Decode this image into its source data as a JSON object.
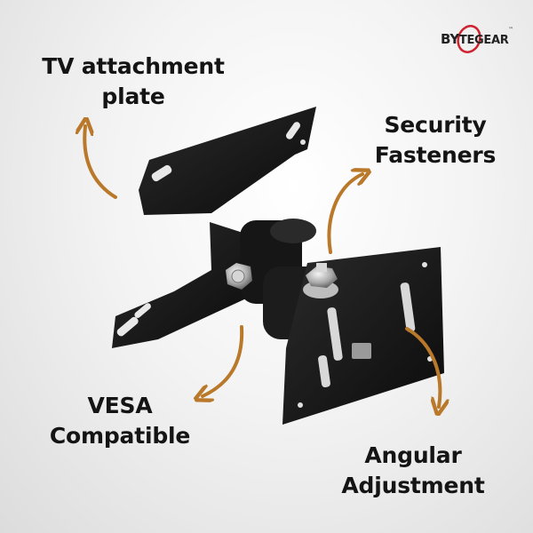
{
  "brand": {
    "logo_text_by": "BY",
    "logo_text_rest": "TEGEAR",
    "trademark": "™",
    "ring_color": "#d0222e"
  },
  "callouts": {
    "tv_plate": {
      "line1": "TV attachment",
      "line2": "plate"
    },
    "security": {
      "line1": "Security",
      "line2": "Fasteners"
    },
    "vesa": {
      "line1": "VESA",
      "line2": "Compatible"
    },
    "angular": {
      "line1": "Angular",
      "line2": "Adjustment"
    }
  },
  "colors": {
    "arrow": "#b9782a",
    "metal": "#141414",
    "text": "#141414"
  },
  "product": "black-wall-mount-bracket"
}
